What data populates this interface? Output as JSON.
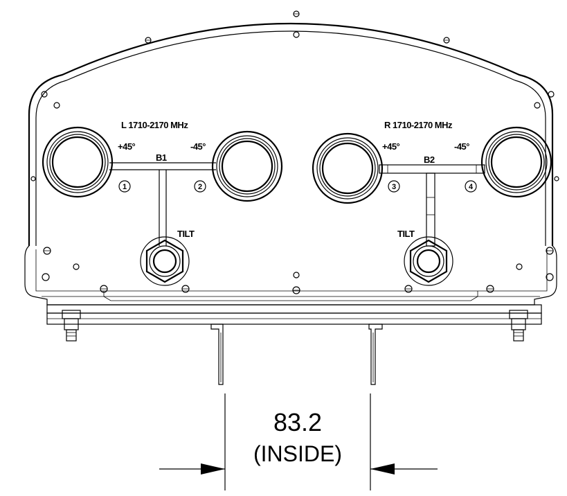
{
  "ports": {
    "left_band": "L 1710-2170 MHz",
    "right_band": "R 1710-2170 MHz",
    "plus45": "+45°",
    "minus45": "-45°",
    "b1": "B1",
    "b2": "B2",
    "tilt": "TILT",
    "n1": "1",
    "n2": "2",
    "n3": "3",
    "n4": "4"
  },
  "dimension": {
    "value": "83.2",
    "note": "(INSIDE)"
  }
}
